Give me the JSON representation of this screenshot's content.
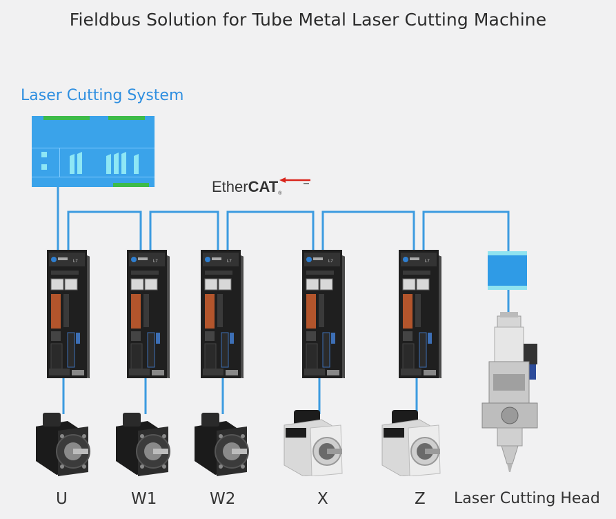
{
  "title": "Fieldbus Solution for Tube Metal Laser Cutting Machine",
  "system_label": "Laser Cutting System",
  "bus": {
    "prefix": "Ether",
    "bold": "CAT",
    "reg": "®"
  },
  "labels": {
    "u": "U",
    "w1": "W1",
    "w2": "W2",
    "x": "X",
    "z": "Z",
    "head": "Laser Cutting Head"
  },
  "drive_model_text": "L7",
  "colors": {
    "wire": "#3c9be0",
    "plc": "#3aa3ea",
    "plc_accent": "#3dbb4a",
    "module": "#2f9be6",
    "module_edge": "#8fe3f0",
    "title": "#2b2b2b",
    "system_label": "#2f8fe0"
  }
}
